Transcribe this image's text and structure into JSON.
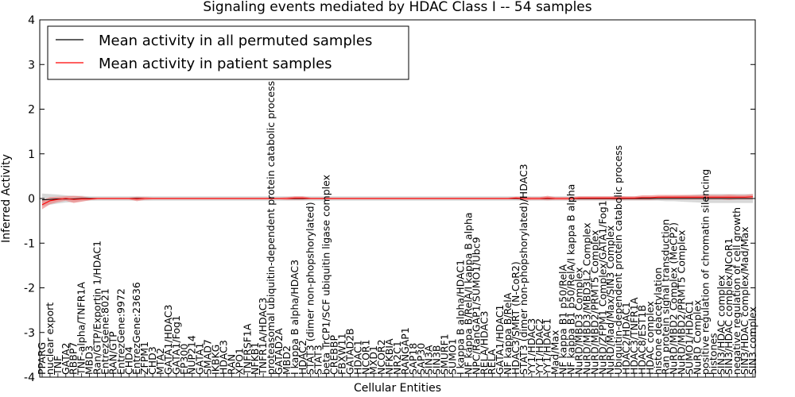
{
  "chart_data": {
    "type": "line",
    "title": "Signaling events mediated by HDAC Class I -- 54 samples",
    "xlabel": "Cellular Entities",
    "ylabel": "Inferred Activity",
    "ylim": [
      -4,
      4
    ],
    "yticks": [
      "-4",
      "-3",
      "-2",
      "-1",
      "0",
      "1",
      "2",
      "3",
      "4"
    ],
    "legend": {
      "placement": "top-left",
      "entries": [
        {
          "label": "Mean activity in all permuted samples",
          "color": "#000000"
        },
        {
          "label": "Mean activity in patient samples",
          "color": "#ff0000"
        }
      ]
    },
    "categories": [
      "PPARG",
      "nuclear export",
      "TNF",
      "GATA2",
      "RBBP7",
      "TNF-alpha/TNFR1A",
      "MBD3",
      "Ran/GTP/Exportin 1/HDAC1",
      "EntrezGene:8021",
      "RAN/GTP",
      "EntrezGene:9972",
      "CHD4",
      "EntrezGene:23636",
      "ZFPM1",
      "CHD3",
      "MTA2",
      "GATA1/HDAC3",
      "GATA1/Fog1",
      "EP300",
      "NUP214",
      "GATA1",
      "SMAD7",
      "IKBKG",
      "HDAC3",
      "RAN",
      "XPO1",
      "TNFRSF1A",
      "NFKB1",
      "TNFR1A/HDAC3",
      "proteasomal ubiquitin-dependent protein catabolic process",
      "GATAD2A",
      "MBD2",
      "I kappa B alpha/HDAC3",
      "HDAC2",
      "STAT3 (dimer non-phopshorylated)",
      "STAT3",
      "beta TrCP1/SCF ubiquitin ligase complex",
      "CREBBP",
      "FBXW11",
      "GATAD2B",
      "HDAC1",
      "NCOR1",
      "MXD1",
      "NCOR2",
      "NFKBIA",
      "NR2C1",
      "RANGAP1",
      "SAP18",
      "SAP30",
      "SIN3A",
      "SIN3B",
      "SMURF1",
      "SUMO1",
      "I kappa B alpha/HDAC1",
      "NF kappa B/RelA/I kappa B alpha",
      "NPC/RanGAP1/SUMO1/Ubc9",
      "RELA/HDAC3",
      "RELA",
      "GATA1/HDAC1",
      "NF kappa B/RelA",
      "HDAC3/SMRT (N-CoR2)",
      "STAT3 (dimer non-phopshorylated)/HDAC3",
      "YY1/HDAC3",
      "YY1/HDAC2",
      "YY1/HDAC1",
      "Mad/Max",
      "NF kappa B1 p50/RelA",
      "NF kappa B1 p50/RelA/I kappa B alpha",
      "NuRD/MBD3 Complex",
      "NuRD/MBD3/MBD3L2 Complex",
      "NuRD/MBD2/PRMT5 Complex",
      "NuRD/ZFPM1 Complex/GATA1/Fog1",
      "NuRD/Mad/Max/SIN3 Complex",
      "Ubiquitin-dependent protein catabolic process",
      "HDAC2/HDAC1",
      "HDAC3/TNFR1A",
      "HDAC8/EST1B",
      "HDAC complex",
      "histone deacetylation",
      "Ran protein signal transduction",
      "NuRD/MBD2 Complex (MeCP2)",
      "NuRD/MBD2/PRMT5 Complex",
      "SUMO1/HDAC1",
      "NuRD Complex",
      "positive regulation of chromatin silencing",
      "histones",
      "SIN3/HDAC complex",
      "SIN3/HDAC complex/NCoR1",
      "negative regulation of cell growth",
      "SIN3/HDAC complex/Mad/Max",
      "SIN3 complex"
    ],
    "series": [
      {
        "name": "Mean activity in all permuted samples",
        "color": "#000000",
        "values": [
          -0.03,
          -0.02,
          -0.01,
          -0.01,
          -0.01,
          0.0,
          0.0,
          0.0,
          0.0,
          0.0,
          0.0,
          0.0,
          0.0,
          0.0,
          0.0,
          0.0,
          0.0,
          0.0,
          0.0,
          0.0,
          0.0,
          0.0,
          0.0,
          0.0,
          0.0,
          0.0,
          0.0,
          0.0,
          0.0,
          0.0,
          0.0,
          0.0,
          0.0,
          0.0,
          0.0,
          0.0,
          0.0,
          0.0,
          0.0,
          0.0,
          0.0,
          0.0,
          0.0,
          0.0,
          0.0,
          0.0,
          0.0,
          0.0,
          0.0,
          0.0,
          0.0,
          0.0,
          0.0,
          0.0,
          0.0,
          0.0,
          0.0,
          0.0,
          0.0,
          0.0,
          0.0,
          0.0,
          0.0,
          0.0,
          0.0,
          0.0,
          0.0,
          0.0,
          0.0,
          0.0,
          0.0,
          0.0,
          0.0,
          0.0,
          0.0,
          0.0,
          0.0,
          0.0,
          0.0,
          0.0,
          0.0,
          0.0,
          0.0,
          0.0,
          0.0,
          0.0,
          0.0,
          0.0,
          0.0,
          0.0,
          0.0
        ],
        "band": [
          0.14,
          0.12,
          0.1,
          0.08,
          0.07,
          0.06,
          0.05,
          0.05,
          0.05,
          0.05,
          0.05,
          0.05,
          0.05,
          0.05,
          0.05,
          0.05,
          0.05,
          0.05,
          0.05,
          0.05,
          0.05,
          0.05,
          0.05,
          0.05,
          0.05,
          0.05,
          0.05,
          0.05,
          0.05,
          0.05,
          0.05,
          0.05,
          0.05,
          0.05,
          0.05,
          0.05,
          0.05,
          0.05,
          0.05,
          0.05,
          0.05,
          0.05,
          0.05,
          0.05,
          0.05,
          0.05,
          0.05,
          0.05,
          0.05,
          0.05,
          0.05,
          0.05,
          0.05,
          0.05,
          0.05,
          0.05,
          0.05,
          0.05,
          0.05,
          0.05,
          0.05,
          0.05,
          0.05,
          0.05,
          0.05,
          0.05,
          0.05,
          0.05,
          0.05,
          0.05,
          0.05,
          0.05,
          0.05,
          0.05,
          0.05,
          0.05,
          0.05,
          0.05,
          0.05,
          0.06,
          0.06,
          0.07,
          0.08,
          0.09,
          0.1,
          0.1,
          0.1,
          0.1,
          0.1,
          0.1,
          0.1
        ]
      },
      {
        "name": "Mean activity in patient samples",
        "color": "#ff0000",
        "values": [
          -0.14,
          -0.05,
          -0.02,
          0.0,
          -0.02,
          -0.01,
          -0.01,
          0.0,
          0.0,
          0.0,
          0.0,
          0.0,
          -0.01,
          0.0,
          0.0,
          0.0,
          0.0,
          0.0,
          0.0,
          0.0,
          0.0,
          0.0,
          0.0,
          0.0,
          0.0,
          0.0,
          0.0,
          0.0,
          0.0,
          0.0,
          0.0,
          0.0,
          0.01,
          0.01,
          0.0,
          0.0,
          0.0,
          0.0,
          0.0,
          0.0,
          0.0,
          0.0,
          0.0,
          0.0,
          0.0,
          0.0,
          0.0,
          0.0,
          0.0,
          0.0,
          0.0,
          0.0,
          0.0,
          0.0,
          0.0,
          0.0,
          0.0,
          0.0,
          0.0,
          0.0,
          0.01,
          0.0,
          0.0,
          0.0,
          0.01,
          0.0,
          0.0,
          0.0,
          0.01,
          0.01,
          0.01,
          0.01,
          0.01,
          0.01,
          0.01,
          0.01,
          0.02,
          0.02,
          0.03,
          0.03,
          0.03,
          0.03,
          0.03,
          0.03,
          0.03,
          0.03,
          0.03,
          0.03,
          0.03,
          0.03,
          0.04
        ],
        "band": [
          0.1,
          0.08,
          0.06,
          0.05,
          0.08,
          0.06,
          0.03,
          0.02,
          0.02,
          0.02,
          0.02,
          0.02,
          0.05,
          0.03,
          0.02,
          0.02,
          0.02,
          0.02,
          0.02,
          0.02,
          0.02,
          0.02,
          0.02,
          0.02,
          0.02,
          0.02,
          0.02,
          0.02,
          0.02,
          0.02,
          0.02,
          0.03,
          0.04,
          0.04,
          0.02,
          0.02,
          0.02,
          0.02,
          0.02,
          0.02,
          0.02,
          0.02,
          0.02,
          0.02,
          0.02,
          0.02,
          0.02,
          0.02,
          0.02,
          0.02,
          0.02,
          0.02,
          0.02,
          0.02,
          0.02,
          0.02,
          0.02,
          0.02,
          0.02,
          0.02,
          0.03,
          0.04,
          0.03,
          0.03,
          0.05,
          0.03,
          0.03,
          0.03,
          0.04,
          0.04,
          0.04,
          0.04,
          0.04,
          0.05,
          0.04,
          0.04,
          0.05,
          0.05,
          0.05,
          0.05,
          0.05,
          0.05,
          0.05,
          0.05,
          0.05,
          0.05,
          0.05,
          0.06,
          0.05,
          0.05,
          0.06
        ]
      }
    ],
    "colors": {
      "permuted_band": "#c8c8c8",
      "patient_band": "#f08080"
    }
  }
}
